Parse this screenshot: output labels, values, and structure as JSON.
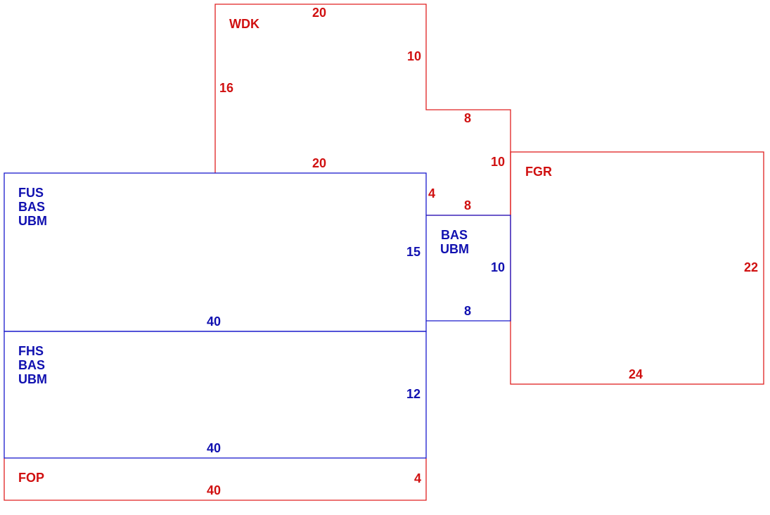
{
  "colors": {
    "red": "#d01010",
    "blue": "#1010b0"
  },
  "areas": {
    "wdk": {
      "code": "WDK",
      "dims": {
        "top": "20",
        "side_upper": "10",
        "step": "8",
        "side_left": "16",
        "bottom": "20",
        "side_lower": "10"
      }
    },
    "fus": {
      "codes": [
        "FUS",
        "BAS",
        "UBM"
      ],
      "dims": {
        "right_top": "4",
        "right": "15",
        "bottom": "40"
      }
    },
    "bas_small": {
      "codes": [
        "BAS",
        "UBM"
      ],
      "dims": {
        "top": "8",
        "right": "10",
        "bottom": "8"
      }
    },
    "fhs": {
      "codes": [
        "FHS",
        "BAS",
        "UBM"
      ],
      "dims": {
        "right": "12",
        "bottom": "40"
      }
    },
    "fop": {
      "code": "FOP",
      "dims": {
        "right": "4",
        "bottom": "40"
      }
    },
    "fgr": {
      "code": "FGR",
      "dims": {
        "right": "22",
        "bottom": "24"
      }
    }
  }
}
